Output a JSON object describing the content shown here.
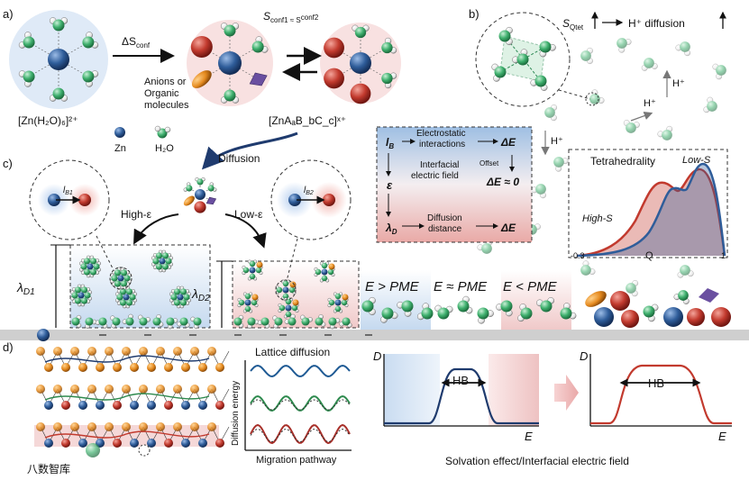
{
  "panels": {
    "a": "a)",
    "b": "b)",
    "c": "c)",
    "d": "d)"
  },
  "panel_a": {
    "complex_label": "[Zn(H₂O)₆]²⁺",
    "arrow_label": "ΔS",
    "arrow_label_sub": "conf",
    "s_conf_eq": "S",
    "s_conf_eq_rest": "conf1 ≈ S",
    "s_conf_eq_tail": "conf2",
    "anions_line1": "Anions or",
    "anions_line2": "Organic",
    "anions_line3": "molecules",
    "mixed_complex": "[ZnAₐB_bC_c]ˣ⁺",
    "legend_zn": "Zn",
    "legend_h2o": "H₂O",
    "diffusion": "Diffusion"
  },
  "panel_b": {
    "title_s": "S",
    "title_sub": "Qtet",
    "title_rest": "H⁺ diffusion",
    "h_plus_1": "H⁺",
    "h_plus_2": "H⁺",
    "h_plus_3": "H⁺",
    "tetra_title": "Tetrahedrality",
    "low_s": "Low-S",
    "high_s": "High-S",
    "x_min": "-0.3",
    "x_label": "Q",
    "x_max": "1"
  },
  "panel_c": {
    "high_eps": "High-ε",
    "low_eps": "Low-ε",
    "ib1": "l",
    "ib1_sub": "B1",
    "ib2": "l",
    "ib2_sub": "B2",
    "lambda_d1": "λ",
    "lambda_d1_sub": "D1",
    "lambda_d2": "λ",
    "lambda_d2_sub": "D2",
    "box_ib": "l",
    "box_ib_sub": "B",
    "box_electrostatic_1": "Electrostatic",
    "box_electrostatic_2": "interactions",
    "box_interfacial_1": "Interfacial",
    "box_interfacial_2": "electric field",
    "box_offset": "Offset",
    "box_eps": "ε",
    "box_lambda": "λ",
    "box_lambda_sub": "D",
    "box_diffusion_1": "Diffusion",
    "box_diffusion_2": "distance",
    "box_de_top": "ΔE",
    "box_de_mid": "ΔE ≈ 0",
    "box_de_bot": "ΔE",
    "pme_gt": "E > PME",
    "pme_eq": "E ≈ PME",
    "pme_lt": "E < PME"
  },
  "panel_d": {
    "lattice_title": "Lattice diffusion",
    "y_label": "Diffusion energy",
    "x_label": "Migration pathway",
    "plot1_y": "D",
    "plot1_x": "E",
    "plot1_hb": "HB",
    "plot2_y": "D",
    "plot2_x": "E",
    "plot2_hb": "HB",
    "caption": "Solvation effect/Interfacial electric field",
    "watermark": "八数智库"
  },
  "colors": {
    "zn": "#2f5d9a",
    "water_o": "#4dbb7c",
    "water_h": "#f2f2f2",
    "cation_red": "#c23a2e",
    "blue_region": "#dbe8f6",
    "red_region": "#f3d4d4",
    "low_s_curve": "#2f5d9a",
    "high_s_curve": "#c23a2e"
  }
}
